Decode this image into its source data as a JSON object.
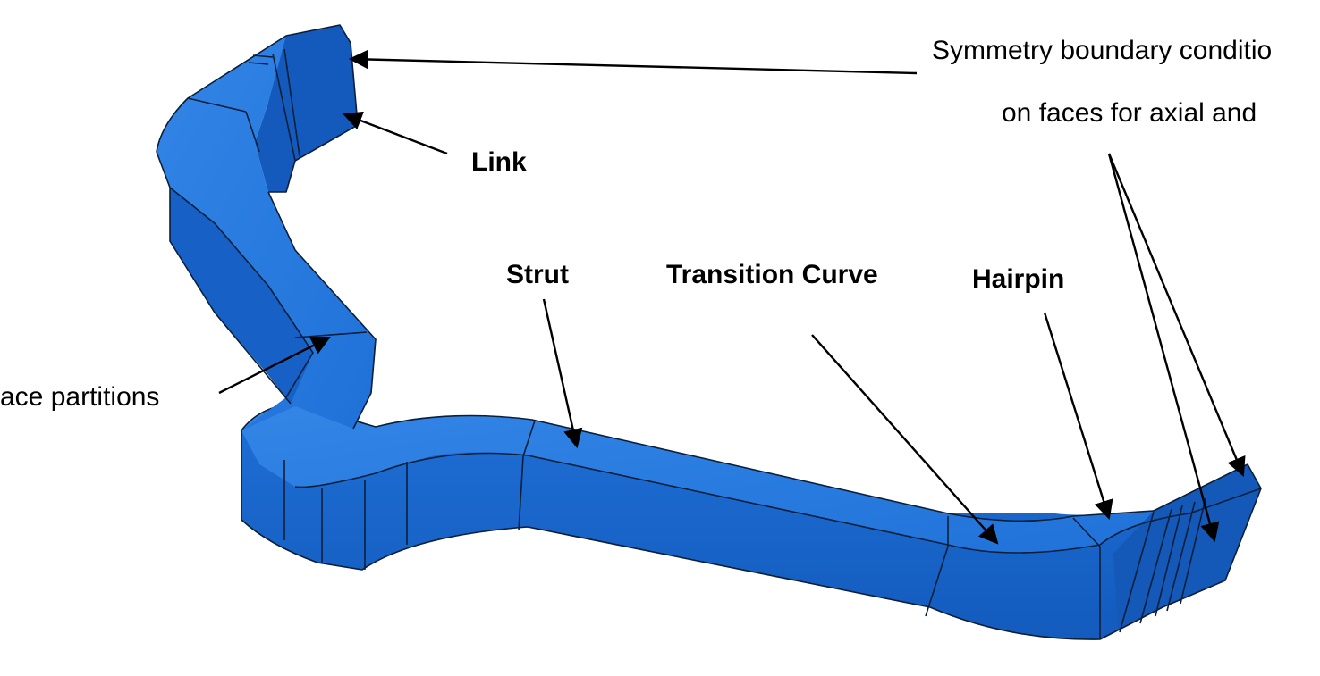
{
  "labels": {
    "symmetry_line1": "Symmetry boundary conditio",
    "symmetry_line2": "on faces for axial and",
    "link": "Link",
    "strut": "Strut",
    "transition_curve": "Transition Curve",
    "hairpin": "Hairpin",
    "face_partitions": "ace partitions"
  },
  "colors": {
    "part_top": "#2a7be0",
    "part_side": "#1763c8",
    "part_dark": "#0f4fa8",
    "edge": "#0b1f3a",
    "arrow": "#000000"
  }
}
